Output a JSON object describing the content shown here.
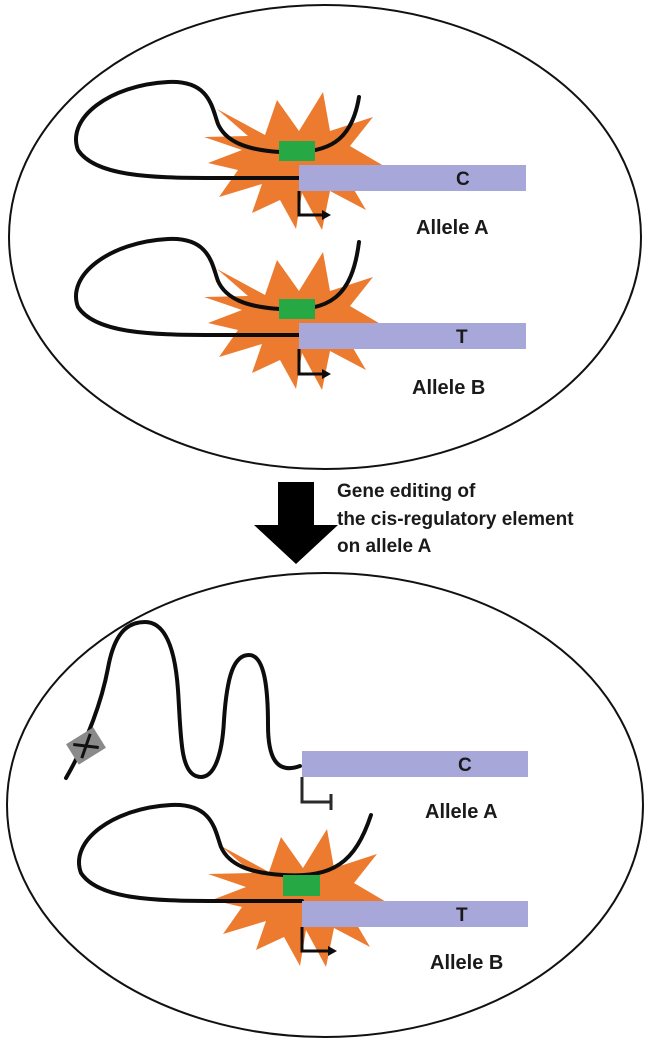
{
  "top_cell": {
    "allele_a": {
      "name": "Allele A",
      "base": "C",
      "status": "active"
    },
    "allele_b": {
      "name": "Allele B",
      "base": "T",
      "status": "active"
    }
  },
  "arrow": {
    "caption_lines": [
      "Gene editing of",
      "the cis-regulatory element",
      "on allele A"
    ]
  },
  "bottom_cell": {
    "allele_a": {
      "name": "Allele A",
      "base": "C",
      "status": "repressed",
      "element": "deleted"
    },
    "allele_b": {
      "name": "Allele B",
      "base": "T",
      "status": "active"
    }
  },
  "colors": {
    "gene_bar": "#a7a7da",
    "enhancer": "#26a845",
    "activator_complex": "#ec7b2f",
    "chromatin": "#0d0d0d",
    "deleted_element": "#8a8a8a"
  }
}
